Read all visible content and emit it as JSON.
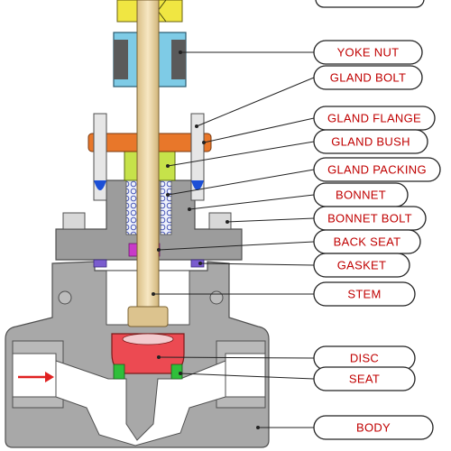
{
  "colors": {
    "body": "#a8a8a8",
    "body_dark": "#6a6a6a",
    "stem": "#f2ddb0",
    "gland_flange": "#e8772a",
    "gland_bush": "#c6e24a",
    "packing": "#cfd6ef",
    "back_seat": "#c83ac8",
    "gasket": "#7a5ccf",
    "disc": "#ec4a52",
    "seat": "#2fbf3a",
    "yoke_nut": "#7ecbe6",
    "handwheel_block": "#f0e642",
    "bolt_blue": "#1c4fd6",
    "label_text": "#c00000",
    "flow_arrow": "#e02020"
  },
  "labels": [
    {
      "key": "yoke_nut",
      "text": "YOKE NUT"
    },
    {
      "key": "gland_bolt",
      "text": "GLAND BOLT"
    },
    {
      "key": "gland_flange",
      "text": "GLAND FLANGE"
    },
    {
      "key": "gland_bush",
      "text": "GLAND BUSH"
    },
    {
      "key": "gland_packing",
      "text": "GLAND PACKING"
    },
    {
      "key": "bonnet",
      "text": "BONNET"
    },
    {
      "key": "bonnet_bolt",
      "text": "BONNET BOLT"
    },
    {
      "key": "back_seat",
      "text": "BACK SEAT"
    },
    {
      "key": "gasket",
      "text": "GASKET"
    },
    {
      "key": "stem",
      "text": "STEM"
    },
    {
      "key": "disc",
      "text": "DISC"
    },
    {
      "key": "seat",
      "text": "SEAT"
    },
    {
      "key": "body",
      "text": "BODY"
    }
  ],
  "icons": {
    "flow_arrow": "arrow-right-icon"
  }
}
